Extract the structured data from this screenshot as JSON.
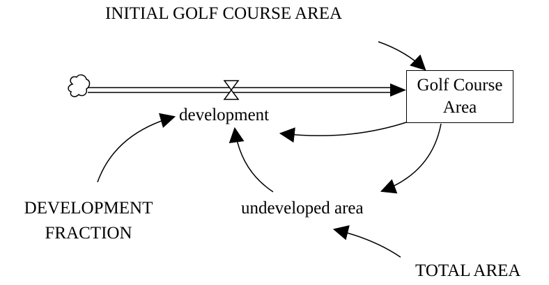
{
  "diagram": {
    "stock": {
      "label_line1": "Golf Course",
      "label_line2": "Area"
    },
    "flow": {
      "label": "development"
    },
    "auxiliaries": {
      "undeveloped_area": "undeveloped area"
    },
    "constants": {
      "initial_area": "INITIAL GOLF COURSE AREA",
      "development_fraction_line1": "DEVELOPMENT",
      "development_fraction_line2": "FRACTION",
      "total_area": "TOTAL AREA"
    }
  }
}
